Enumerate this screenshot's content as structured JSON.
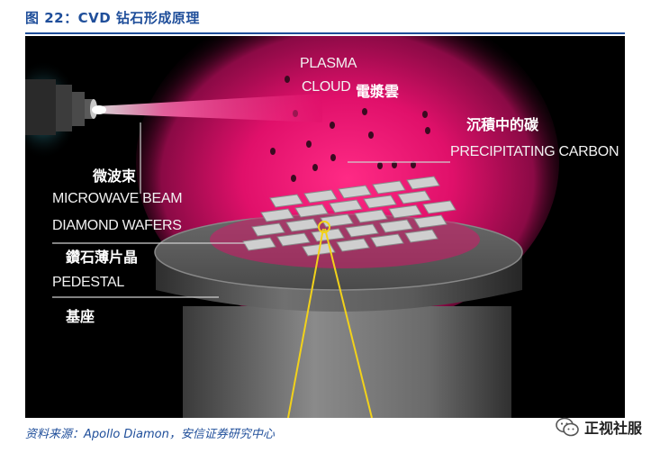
{
  "figure": {
    "title": "图 22：CVD 钻石形成原理",
    "labels": {
      "plasma_cloud_en_line1": "PLASMA",
      "plasma_cloud_en_line2": "CLOUD",
      "plasma_cloud_cn": "電漿雲",
      "precipitating_carbon_cn": "沉積中的碳",
      "precipitating_carbon_en": "PRECIPITATING CARBON",
      "microwave_beam_cn": "微波束",
      "microwave_beam_en": "MICROWAVE BEAM",
      "diamond_wafers_en": "DIAMOND WAFERS",
      "diamond_wafers_cn": "鑽石薄片晶",
      "pedestal_en": "PEDESTAL",
      "pedestal_cn": "基座"
    },
    "colors": {
      "plasma": "#e0106a",
      "background": "#000000",
      "pedestal": "#5a5a5a",
      "wafer": "#c8c8c8",
      "beam": "#ff5fa8",
      "title": "#1f4e9a"
    }
  },
  "source": "资料来源：Apollo Diamon，安信证券研究中心",
  "watermark": {
    "text": "正视社服",
    "icon": "wechat-icon"
  }
}
